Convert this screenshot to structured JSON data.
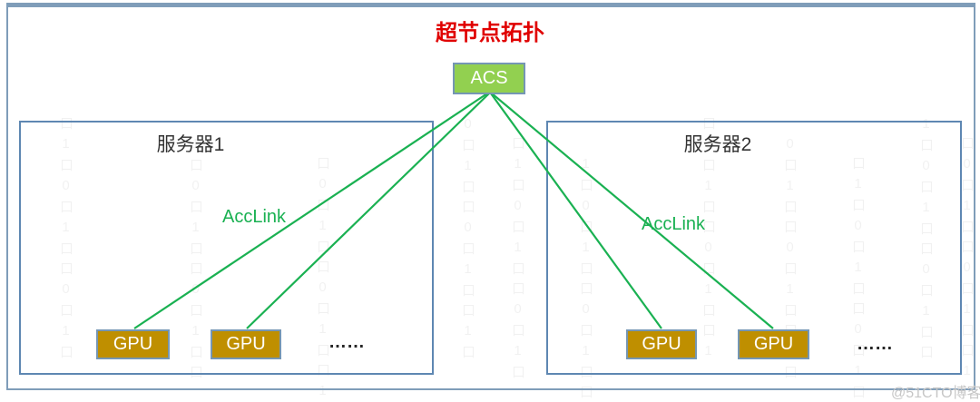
{
  "title": "超节点拓扑",
  "acs": {
    "label": "ACS"
  },
  "servers": [
    {
      "label": "服务器1",
      "acclink_label": "AccLink",
      "gpus": [
        "GPU",
        "GPU"
      ],
      "ellipsis": "……"
    },
    {
      "label": "服务器2",
      "acclink_label": "AccLink",
      "gpus": [
        "GPU",
        "GPU"
      ],
      "ellipsis": "……"
    }
  ],
  "watermark": "@51CTO博客",
  "decoration": {
    "pattern_chars": "口1口0口1口口0口1口口1口0"
  },
  "colors": {
    "title_red": "#e00000",
    "link_green": "#1ab152",
    "acs_fill": "#92d050",
    "gpu_fill": "#bf8f00",
    "node_border": "#7596b4",
    "server_border": "#5e87b2",
    "frame_border": "#7f9db9",
    "node_text": "#ffffff",
    "label_text": "#333333",
    "watermark_gray": "#c6c6c6"
  }
}
